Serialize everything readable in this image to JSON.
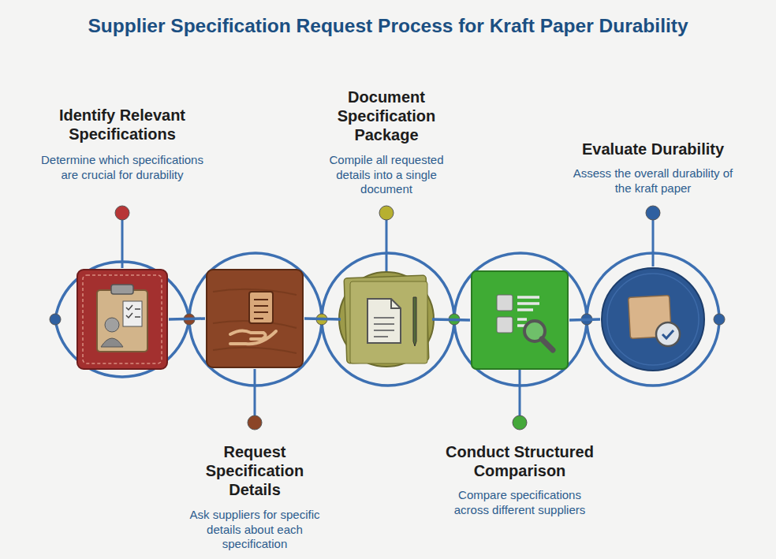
{
  "diagram": {
    "title": "Supplier Specification Request Process for Kraft Paper Durability",
    "nodes": [
      {
        "text": [
          "Identify Relevant Specifications",
          "Determine which specifications are crucial for durability"
        ]
      },
      {
        "text": [
          "Request Specification Details",
          "Ask suppliers for specific details about each specification"
        ]
      },
      {
        "text": [
          "Document Specification Package",
          "Compile all requested details into a single document"
        ]
      },
      {
        "text": [
          "Conduct Structured Comparison",
          "Compare specifications across different suppliers"
        ]
      },
      {
        "text": [
          "Evaluate Durability",
          "Assess the overall durability of the kraft paper"
        ]
      }
    ],
    "edges": [
      {
        "from": 0,
        "to": 1,
        "arrow": "none"
      },
      {
        "from": 1,
        "to": 2,
        "arrow": "none"
      },
      {
        "from": 2,
        "to": 3,
        "arrow": "none"
      },
      {
        "from": 3,
        "to": 4,
        "arrow": "none"
      }
    ]
  }
}
